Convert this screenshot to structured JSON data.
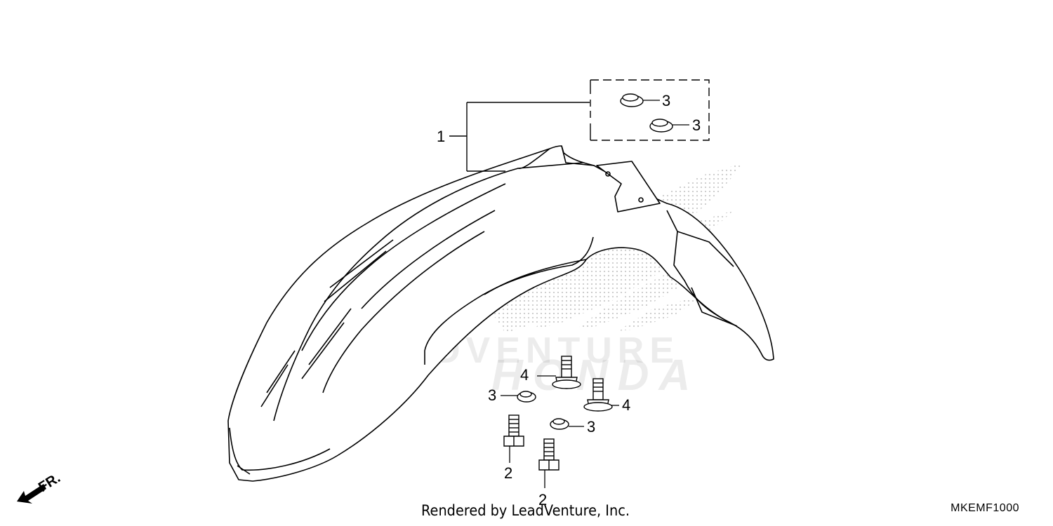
{
  "diagram": {
    "callouts": {
      "c1": "1",
      "c3a": "3",
      "c3b": "3",
      "c4a": "4",
      "c3c": "3",
      "c4b": "4",
      "c3d": "3",
      "c2a": "2",
      "c2b": "2"
    },
    "direction_label": "FR.",
    "credit": "Rendered by LeadVenture, Inc.",
    "diagram_code": "MKEMF1000",
    "watermark_text": "LEADVENTURE",
    "watermark_brand": "HONDA"
  },
  "colors": {
    "line": "#000000",
    "watermark": "#bdbdbd"
  }
}
